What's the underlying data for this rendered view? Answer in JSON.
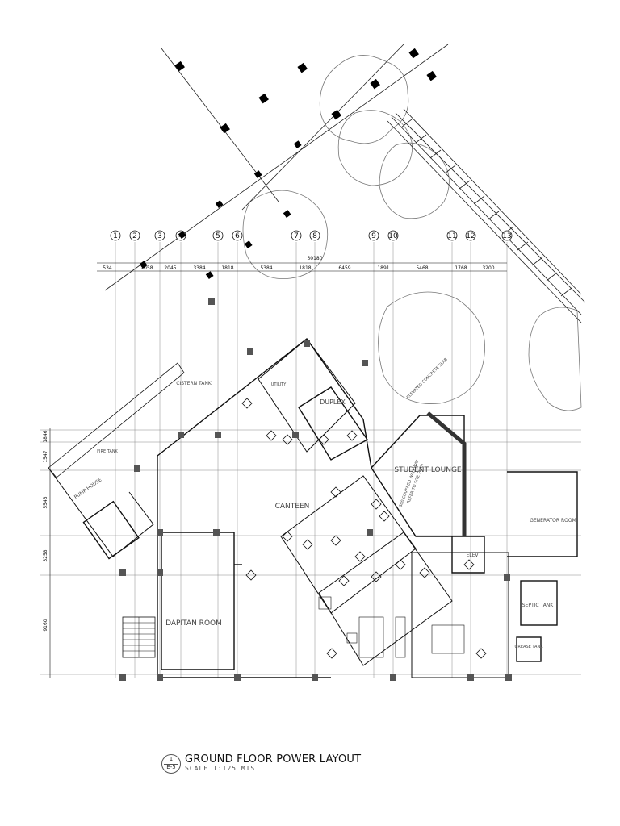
{
  "drawing": {
    "title": "GROUND FLOOR POWER LAYOUT",
    "scale_note": "SCALE 1:125 MTS",
    "detail_ref": {
      "number": "1",
      "sheet": "E-5"
    }
  },
  "grid_lines": [
    "1",
    "2",
    "3",
    "4",
    "5",
    "6",
    "7",
    "8",
    "9",
    "10",
    "11",
    "12",
    "13"
  ],
  "dimensions": {
    "overall": "30180",
    "bays": [
      "534",
      "2058",
      "2045",
      "3384",
      "1818",
      "5384",
      "1818",
      "6459",
      "1891",
      "5468",
      "1768",
      "3200"
    ],
    "vertical": [
      "1846",
      "1547",
      "5543",
      "3258",
      "9160"
    ]
  },
  "rooms": {
    "canteen": "CANTEEN",
    "dapitan_room": "DAPITAN ROOM",
    "student_lounge": "STUDENT LOUNGE",
    "cistern_tank": "CISTERN TANK",
    "pump_house": "PUMP HOUSE",
    "fire_tank": "FIRE TANK",
    "duplex": "DUPLEX",
    "utility": "UTILITY",
    "elev": "ELEV",
    "septic_tank": "SEPTIC TANK",
    "grease_tank": "GREASE TANK",
    "generator_room": "GENERATOR ROOM",
    "walkway1": "600 COVERED WALKWAY",
    "walkway2": "REFER TO SITE PLAN",
    "slab": "ELEVATED CONCRETE SLAB"
  }
}
